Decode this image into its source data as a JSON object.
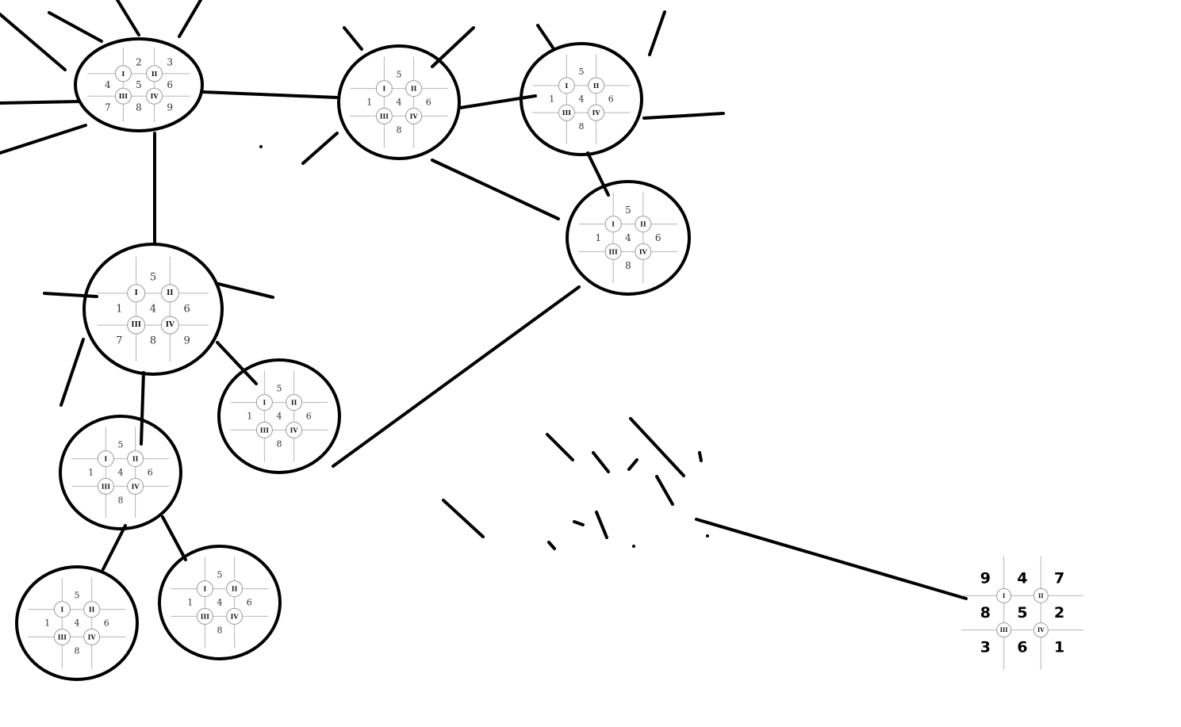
{
  "colors": {
    "ink": "#000000",
    "grid": "#b5b5b5",
    "background": "#ffffff"
  },
  "roman_labels": [
    "I",
    "II",
    "III",
    "IV"
  ],
  "nodes": [
    {
      "id": "root",
      "cells": [
        "",
        "2",
        "3",
        "4",
        "5",
        "6",
        "7",
        "8",
        "9"
      ]
    },
    {
      "id": "n2",
      "cells": [
        "",
        "5",
        "",
        "1",
        "4",
        "6",
        "",
        "8",
        ""
      ]
    },
    {
      "id": "n3",
      "cells": [
        "",
        "5",
        "",
        "1",
        "4",
        "6",
        "",
        "8",
        ""
      ]
    },
    {
      "id": "n4",
      "cells": [
        "",
        "5",
        "",
        "1",
        "4",
        "6",
        "",
        "8",
        ""
      ]
    },
    {
      "id": "n5",
      "cells": [
        "",
        "5",
        "",
        "1",
        "4",
        "6",
        "7",
        "8",
        "9"
      ]
    },
    {
      "id": "n6",
      "cells": [
        "",
        "5",
        "",
        "1",
        "4",
        "6",
        "",
        "8",
        ""
      ]
    },
    {
      "id": "n7",
      "cells": [
        "",
        "5",
        "",
        "1",
        "4",
        "6",
        "",
        "8",
        ""
      ]
    },
    {
      "id": "n8",
      "cells": [
        "",
        "5",
        "",
        "1",
        "4",
        "6",
        "",
        "8",
        ""
      ]
    },
    {
      "id": "n9",
      "cells": [
        "",
        "5",
        "",
        "1",
        "4",
        "6",
        "",
        "8",
        ""
      ]
    }
  ],
  "final_grid": {
    "cells": [
      "9",
      "4",
      "7",
      "8",
      "5",
      "2",
      "3",
      "6",
      "1"
    ],
    "roman_labels": [
      "I",
      "II",
      "III",
      "IV"
    ]
  }
}
